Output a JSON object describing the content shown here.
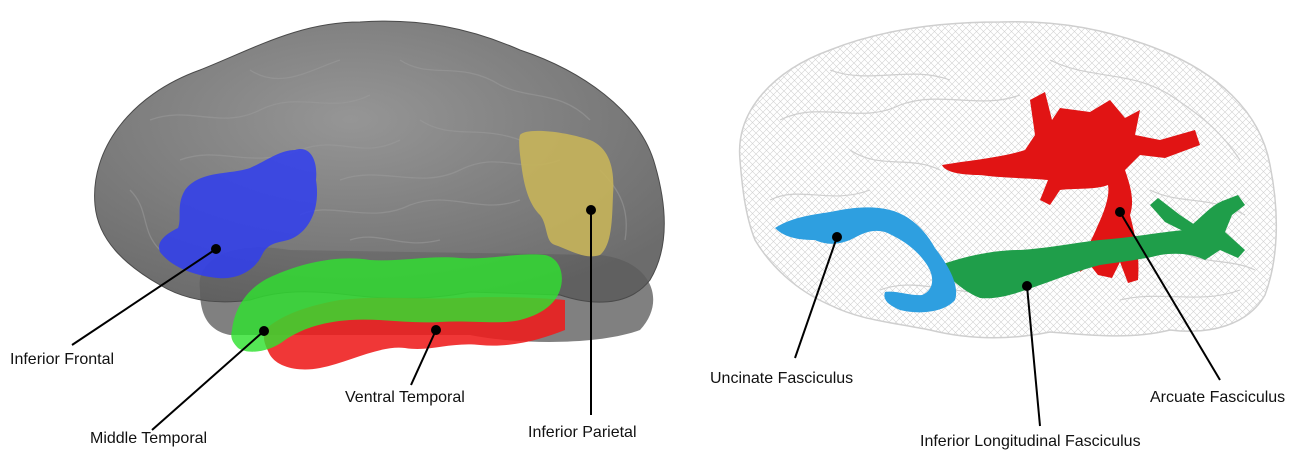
{
  "left_panel": {
    "labels": {
      "inferior_frontal": "Inferior Frontal",
      "middle_temporal": "Middle Temporal",
      "ventral_temporal": "Ventral Temporal",
      "inferior_parietal": "Inferior Parietal"
    },
    "colors": {
      "brain_surface": "#6e6e6e",
      "inferior_frontal": "#2f3df0",
      "middle_temporal": "#2fe02f",
      "ventral_temporal": "#ee1b1b",
      "inferior_parietal": "#c7b45a"
    }
  },
  "right_panel": {
    "labels": {
      "uncinate_fasciculus": "Uncinate Fasciculus",
      "inferior_longitudinal_fasciculus": "Inferior Longitudinal Fasciculus",
      "arcuate_fasciculus": "Arcuate Fasciculus"
    },
    "colors": {
      "brain_wireframe": "#c8c8c8",
      "uncinate_fasciculus": "#2e9fe0",
      "inferior_longitudinal_fasciculus": "#1f9e4a",
      "arcuate_fasciculus": "#e11414"
    }
  }
}
